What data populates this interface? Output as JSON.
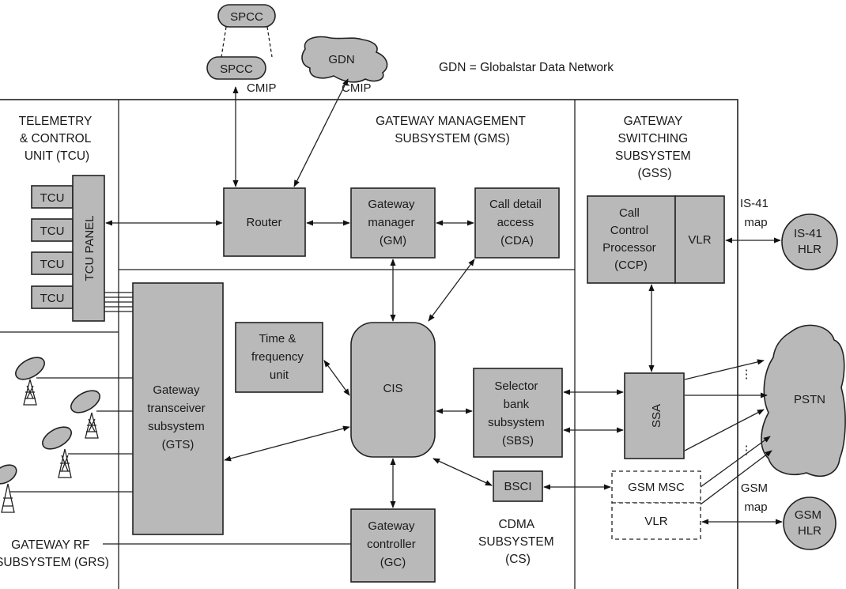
{
  "legend": "GDN = Globalstar Data Network",
  "clouds": {
    "spcc_top": "SPCC",
    "spcc_bottom": "SPCC",
    "gdn": "GDN",
    "pstn": "PSTN"
  },
  "protocols": {
    "cmip_left": "CMIP",
    "cmip_right": "CMIP",
    "is41_map": [
      "IS-41",
      "map"
    ],
    "gsm_map": [
      "GSM",
      "map"
    ]
  },
  "subsystems": {
    "tcu_unit": [
      "TELEMETRY",
      "& CONTROL",
      "UNIT (TCU)"
    ],
    "gms": [
      "GATEWAY MANAGEMENT",
      "SUBSYSTEM (GMS)"
    ],
    "gss": [
      "GATEWAY",
      "SWITCHING",
      "SUBSYSTEM",
      "(GSS)"
    ],
    "cdma": [
      "CDMA",
      "SUBSYSTEM",
      "(CS)"
    ],
    "grs": [
      "GATEWAY RF",
      "SUBSYSTEM (GRS)"
    ]
  },
  "blocks": {
    "tcu": [
      "TCU",
      "TCU",
      "TCU",
      "TCU"
    ],
    "tcu_panel": "TCU PANEL",
    "router": "Router",
    "gm": [
      "Gateway",
      "manager",
      "(GM)"
    ],
    "cda": [
      "Call detail",
      "access",
      "(CDA)"
    ],
    "ccp": [
      "Call",
      "Control",
      "Processor",
      "(CCP)"
    ],
    "vlr_top": "VLR",
    "is41_hlr": [
      "IS-41",
      "HLR"
    ],
    "gts": [
      "Gateway",
      "transceiver",
      "subsystem",
      "(GTS)"
    ],
    "tfu": [
      "Time &",
      "frequency",
      "unit"
    ],
    "cis": "CIS",
    "sbs": [
      "Selector",
      "bank",
      "subsystem",
      "(SBS)"
    ],
    "ssa": "SSA",
    "bsci": "BSCI",
    "gsm_msc": "GSM MSC",
    "vlr_bottom": "VLR",
    "gsm_hlr": [
      "GSM",
      "HLR"
    ],
    "gc": [
      "Gateway",
      "controller",
      "(GC)"
    ]
  }
}
